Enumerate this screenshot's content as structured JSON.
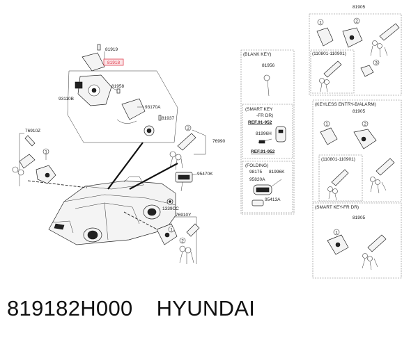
{
  "caption": {
    "part_number": "819182H000",
    "brand": "HYUNDAI"
  },
  "labels": {
    "p81919": "81919",
    "p81918": "81918",
    "p81958": "81958",
    "p93110B": "93110B",
    "p93170A": "93170A",
    "p81937": "81937",
    "p76910Z": "76910Z",
    "p76990": "76990",
    "p95470K": "95470K",
    "p1339CC": "1339CC",
    "p76910Y": "76910Y",
    "p81905_top": "81905",
    "p81905_keyless": "81905",
    "p81905_smart": "81905",
    "p81956": "81956",
    "p81996H": "81996H",
    "p81996K": "81996K",
    "p98175": "98175",
    "p95820A": "95820A",
    "p95413A": "95413A"
  },
  "boxes": {
    "blank_key": "(BLANK KEY)",
    "smart_key_l1": "(SMART KEY",
    "smart_key_l2": "-FR DR)",
    "folding": "(FOLDING)",
    "keyless_entry": "(KEYLESS ENTRY-B/ALARM)",
    "smart_key_fr": "(SMART KEY-FR DR)",
    "date_range_1": "(110801-110901)",
    "date_range_2": "(110801-110901)",
    "ref_1": "REF.91-952",
    "ref_2": "REF.91-952"
  },
  "callouts": {
    "c1": "1",
    "c2": "2",
    "c3": "3"
  },
  "colors": {
    "highlight": "#e04050",
    "ink": "#222222",
    "frame": "#777777"
  }
}
